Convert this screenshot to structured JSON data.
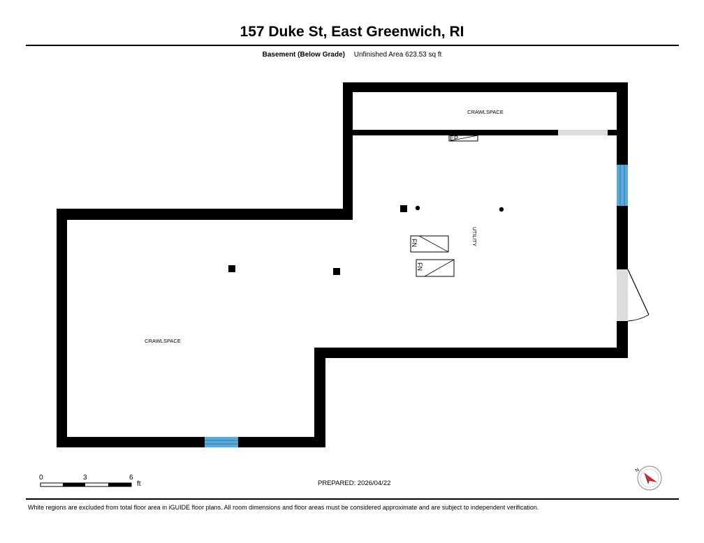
{
  "title": "157 Duke St, East Greenwich, RI",
  "subtitle": {
    "level": "Basement (Below Grade)",
    "area": "Unfinished Area 623.53 sq ft"
  },
  "rooms": {
    "crawlspace_top": "CRAWLSPACE",
    "utility": "UTILITY",
    "crawlspace_left": "CRAWLSPACE"
  },
  "fixtures": {
    "electrical_panel": "EP",
    "furnace_1": "FN",
    "furnace_2": "FN"
  },
  "scale": {
    "zero": "0",
    "mid": "3",
    "max": "6",
    "unit": "ft"
  },
  "compass_label": "N",
  "prepared": "PREPARED: 2026/04/22",
  "disclaimer": "White regions are excluded from total floor area in iGUIDE floor plans. All room dimensions and floor areas must be considered approximate and are subject to independent verification.",
  "colors": {
    "wall": "#000000",
    "window": "#5aa9d6",
    "door_opening": "#dddddd",
    "compass_arrow": "#e02020"
  }
}
